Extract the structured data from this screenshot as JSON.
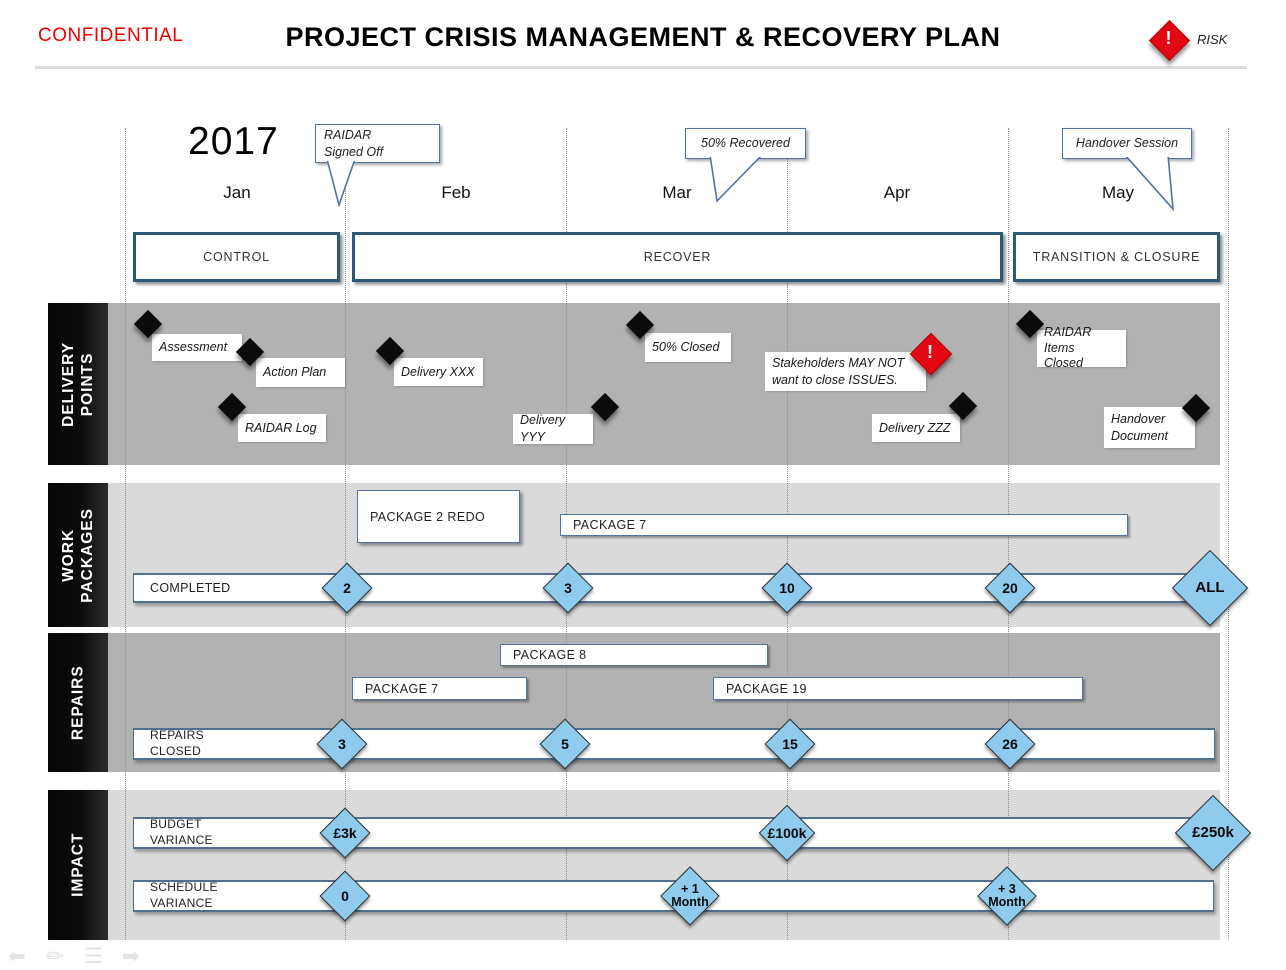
{
  "header": {
    "confidential": "CONFIDENTIAL",
    "title": "PROJECT CRISIS MANAGEMENT & RECOVERY PLAN",
    "risk_label": "RISK",
    "risk_mark": "!"
  },
  "timeline": {
    "year": "2017",
    "months": [
      "Jan",
      "Feb",
      "Mar",
      "Apr",
      "May"
    ],
    "callouts": [
      {
        "line1": "RAIDAR",
        "line2": "Signed Off"
      },
      {
        "line1": "50% Recovered",
        "line2": ""
      },
      {
        "line1": "Handover Session",
        "line2": ""
      }
    ]
  },
  "phases": [
    {
      "label": "CONTROL"
    },
    {
      "label": "RECOVER"
    },
    {
      "label": "TRANSITION  & CLOSURE"
    }
  ],
  "delivery": {
    "row_label_line1": "DELIVERY",
    "row_label_line2": "POINTS",
    "milestones": [
      {
        "label": "Assessment"
      },
      {
        "label": "Action Plan"
      },
      {
        "label": "RAIDAR Log"
      },
      {
        "label": "Delivery XXX"
      },
      {
        "label": "Delivery YYY"
      },
      {
        "label": "50% Closed"
      },
      {
        "line1": "Stakeholders MAY NOT",
        "line2": "want to close ISSUES."
      },
      {
        "label": "Delivery ZZZ"
      },
      {
        "line1": "RAIDAR Items",
        "line2": "Closed"
      },
      {
        "line1": "Handover",
        "line2": "Document"
      }
    ],
    "risk_mark": "!"
  },
  "work_packages": {
    "row_label_line1": "WORK",
    "row_label_line2": "PACKAGES",
    "package_boxes": [
      {
        "label": "PACKAGE 2 REDO"
      },
      {
        "label": "PACKAGE 7"
      }
    ],
    "completed": {
      "label": "COMPLETED",
      "diamonds": [
        {
          "value": "2"
        },
        {
          "value": "3"
        },
        {
          "value": "10"
        },
        {
          "value": "20"
        },
        {
          "value": "ALL"
        }
      ]
    }
  },
  "repairs": {
    "row_label": "REPAIRS",
    "package_boxes": [
      {
        "label": "PACKAGE 8"
      },
      {
        "label": "PACKAGE 7"
      },
      {
        "label": "PACKAGE 19"
      }
    ],
    "closed": {
      "line1": "REPAIRS",
      "line2": "CLOSED",
      "diamonds": [
        {
          "value": "3"
        },
        {
          "value": "5"
        },
        {
          "value": "15"
        },
        {
          "value": "26"
        }
      ]
    }
  },
  "impact": {
    "row_label": "IMPACT",
    "budget": {
      "line1": "BUDGET",
      "line2": "VARIANCE",
      "diamonds": [
        {
          "value": "£3k"
        },
        {
          "value": "£100k"
        },
        {
          "value": "£250k"
        }
      ]
    },
    "schedule": {
      "line1": "SCHEDULE",
      "line2": "VARIANCE",
      "diamonds": [
        {
          "line1": "0",
          "line2": ""
        },
        {
          "line1": "+ 1",
          "line2": "Month"
        },
        {
          "line1": "+ 3",
          "line2": "Month"
        }
      ]
    }
  },
  "bottom_toolbar": {
    "back_glyph": "⬅",
    "pencil_glyph": "✏",
    "menu_glyph": "☰",
    "forward_glyph": "➡"
  }
}
